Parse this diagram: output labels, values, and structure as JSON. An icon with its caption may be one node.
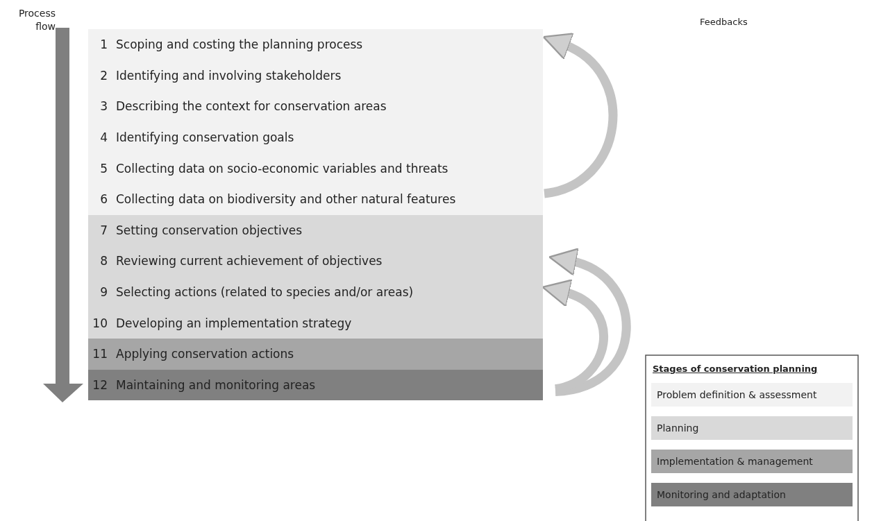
{
  "diagram": {
    "nodes": [
      {
        "text": [
          "1",
          "Scoping and costing the planning process"
        ]
      },
      {
        "text": [
          "2",
          "Identifying and involving stakeholders"
        ]
      },
      {
        "text": [
          "3",
          "Describing the context for conservation areas"
        ]
      },
      {
        "text": [
          "4",
          "Identifying conservation goals"
        ]
      },
      {
        "text": [
          "5",
          "Collecting data on socio-economic variables and threats"
        ]
      },
      {
        "text": [
          "6",
          "Collecting data on biodiversity and other natural features"
        ]
      },
      {
        "text": [
          "7",
          "Setting conservation objectives"
        ]
      },
      {
        "text": [
          "8",
          "Reviewing current achievement of objectives"
        ]
      },
      {
        "text": [
          "9",
          "Selecting actions (related to species and/or areas)"
        ]
      },
      {
        "text": [
          "10",
          "Developing an implementation strategy"
        ]
      },
      {
        "text": [
          "11",
          "Applying conservation actions"
        ]
      },
      {
        "text": [
          "12",
          "Maintaining and monitoring areas"
        ]
      }
    ],
    "edges": [
      {
        "from": 5,
        "to": 0,
        "arrow": "to"
      },
      {
        "from": 11,
        "to": 7,
        "arrow": "to"
      },
      {
        "from": 11,
        "to": 8,
        "arrow": "to"
      }
    ],
    "labels": [
      "Process flow",
      "Feedbacks",
      "Stages of conservation planning"
    ],
    "legend": [
      {
        "text": "Problem definition & assessment",
        "color": "#f2f2f2"
      },
      {
        "text": "Planning",
        "color": "#d9d9d9"
      },
      {
        "text": "Implementation & management",
        "color": "#a6a6a6"
      },
      {
        "text": "Monitoring and adaptation",
        "color": "#808080"
      }
    ]
  }
}
